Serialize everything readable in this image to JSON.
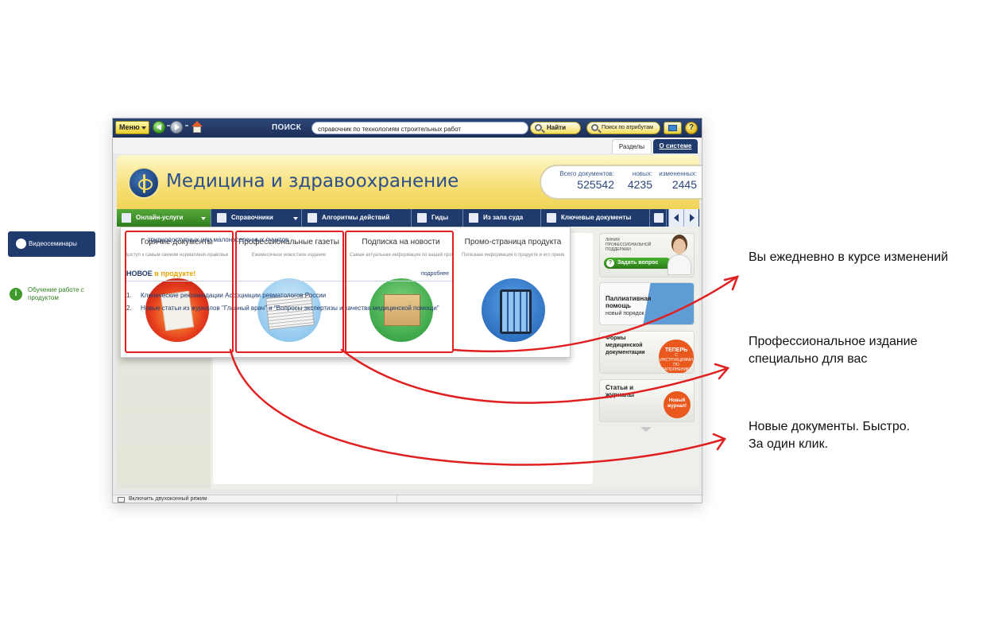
{
  "toolbar": {
    "menu_label": "Меню",
    "search_label": "ПОИСК",
    "search_value": "справочник по технологиям строительных работ",
    "find_label": "Найти",
    "attr_search_label": "Поиск по атрибутам",
    "help_label": "?"
  },
  "top_tabs": {
    "sections": "Разделы",
    "about": "О системе"
  },
  "header": {
    "title": "Медицина и здравоохранение",
    "stats": {
      "total_label": "Всего документов:",
      "total_value": "525542",
      "new_label": "новых:",
      "new_value": "4235",
      "changed_label": "измененных:",
      "changed_value": "2445"
    }
  },
  "nav": {
    "items": [
      {
        "label": "Онлайн-услуги"
      },
      {
        "label": "Справочники"
      },
      {
        "label": "Алгоритмы действий"
      },
      {
        "label": "Гиды"
      },
      {
        "label": "Из зала суда"
      },
      {
        "label": "Ключевые документы"
      }
    ]
  },
  "dropdown": {
    "items": [
      {
        "title": "Горячие документы",
        "desc": "доступ к самым свежим нормативно-правовым и нормативно-техническим документам"
      },
      {
        "title": "Профессиональные газеты",
        "desc": "Ежемесячное новостное издание"
      },
      {
        "title": "Подписка на новости",
        "desc": "Самая актуальная информация по вашей профессиональной деятельности"
      },
      {
        "title": "Промо-страница продукта",
        "desc": "Полезная информация о продукте и его преимуществах"
      }
    ]
  },
  "left": {
    "videoseminars": "Видеосеминары",
    "training_icon": "i",
    "training": "Обучение работе с продуктом"
  },
  "main": {
    "partial_text": "труднодоступных или малонаселенных пунктов",
    "new_prefix": "НОВОЕ",
    "new_suffix": "в продукте!",
    "more": "подробнее",
    "news": [
      {
        "num": "1.",
        "text": "Клинические рекомендации Ассоциации ревматологов России"
      },
      {
        "num": "2.",
        "text": "Новые статьи из журналов \"Главный врач\" и \"Вопросы экспертизы и качества медицинской помощи\""
      }
    ]
  },
  "banners": {
    "support": {
      "text": "ЛИНИЯ ПРОФЕССИОНАЛЬНОЙ ПОДДЕРЖКИ",
      "button": "Задать вопрос",
      "icon": "?"
    },
    "palliative": {
      "title": "Паллиативная помощь",
      "subtitle": "новый порядок"
    },
    "forms": {
      "title": "Формы медицинской документации",
      "badge_main": "ТЕПЕРЬ",
      "badge_sub": "С ИНСТРУКЦИЯМИ ПО ЗАПОЛНЕНИЮ"
    },
    "articles": {
      "title": "Статьи и журналы",
      "badge": "Новый журнал!"
    }
  },
  "statusbar": {
    "text": "Включить двухоконный режим"
  },
  "annotations": [
    "Вы ежедневно в курсе изменений",
    "Профессиональное издание\nспециально для вас",
    "Новые документы. Быстро.\nЗа один клик."
  ],
  "colors": {
    "navy": "#1f3a6d",
    "green": "#2f7e1e",
    "header_yellow": "#f6de73",
    "highlight_red": "#e02020",
    "badge_orange": "#e9581d"
  },
  "icons": [
    "back-arrow-icon",
    "forward-arrow-icon",
    "home-icon",
    "magnifier-icon",
    "monitor-icon",
    "help-icon",
    "medical-logo-icon",
    "info-icon"
  ]
}
